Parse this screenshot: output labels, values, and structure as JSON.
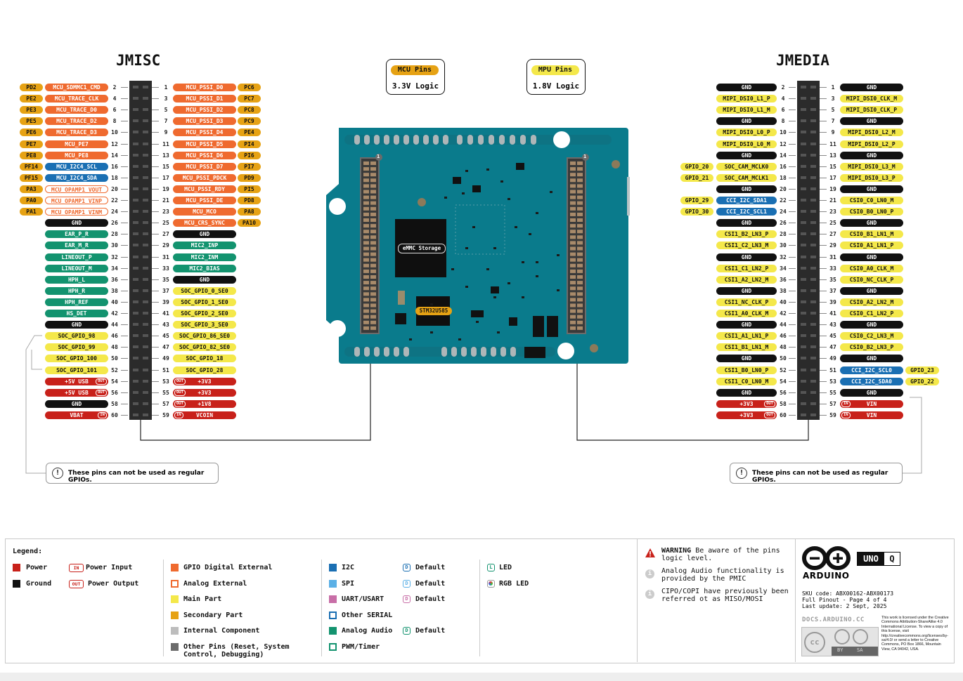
{
  "colors": {
    "power": "#c8211a",
    "ground": "#111111",
    "gpio_ext": "#ef6a2f",
    "main": "#f4e84a",
    "secondary": "#e6a214",
    "internal": "#bdbdbd",
    "other": "#6b6b6b",
    "i2c": "#1a6fb3",
    "spi": "#5bb0e6",
    "uart": "#c86ea7",
    "analog_audio": "#13936f",
    "board": "#0a7b8c",
    "header": "#2b2b2b"
  },
  "titles": {
    "left": "JMISC",
    "right": "JMEDIA"
  },
  "badges": {
    "mcu": {
      "tag": "MCU Pins",
      "text": "3.3V Logic"
    },
    "mpu": {
      "tag": "MPU Pins",
      "text": "1.8V Logic"
    }
  },
  "board": {
    "emmc": "eMMC Storage",
    "mcu_chip": "STM32U585",
    "pin1_left": "1",
    "pin1_right": "1"
  },
  "warnings": {
    "left": "These pins can not be used as regular GPIOs.",
    "right": "These pins can not be used as regular GPIOs."
  },
  "jmisc_left": [
    {
      "num": "2",
      "tags": [
        {
          "t": "MCU_SDMMC1_CMD",
          "c": "gpio"
        },
        {
          "t": "PD2",
          "c": "sec"
        }
      ]
    },
    {
      "num": "4",
      "tags": [
        {
          "t": "MCU_TRACE_CLK",
          "c": "gpio"
        },
        {
          "t": "PE2",
          "c": "sec"
        }
      ]
    },
    {
      "num": "6",
      "tags": [
        {
          "t": "MCU_TRACE_D0",
          "c": "gpio"
        },
        {
          "t": "PE3",
          "c": "sec"
        }
      ]
    },
    {
      "num": "8",
      "tags": [
        {
          "t": "MCU_TRACE_D2",
          "c": "gpio"
        },
        {
          "t": "PE5",
          "c": "sec"
        }
      ]
    },
    {
      "num": "10",
      "tags": [
        {
          "t": "MCU_TRACE_D3",
          "c": "gpio"
        },
        {
          "t": "PE6",
          "c": "sec"
        }
      ]
    },
    {
      "num": "12",
      "tags": [
        {
          "t": "MCU_PE7",
          "c": "gpio"
        },
        {
          "t": "PE7",
          "c": "sec"
        }
      ]
    },
    {
      "num": "14",
      "tags": [
        {
          "t": "MCU_PE8",
          "c": "gpio"
        },
        {
          "t": "PE8",
          "c": "sec"
        }
      ]
    },
    {
      "num": "16",
      "tags": [
        {
          "t": "MCU_I2C4_SCL",
          "c": "i2c"
        },
        {
          "t": "PF14",
          "c": "sec"
        }
      ]
    },
    {
      "num": "18",
      "tags": [
        {
          "t": "MCU_I2C4_SDA",
          "c": "i2c"
        },
        {
          "t": "PF15",
          "c": "sec"
        }
      ]
    },
    {
      "num": "20",
      "tags": [
        {
          "t": "MCU_OPAMP1_VOUT",
          "c": "analog"
        },
        {
          "t": "PA3",
          "c": "sec"
        }
      ]
    },
    {
      "num": "22",
      "tags": [
        {
          "t": "MCU_OPAMP1_VINP",
          "c": "analog"
        },
        {
          "t": "PA0",
          "c": "sec"
        }
      ]
    },
    {
      "num": "24",
      "tags": [
        {
          "t": "MCU_OPAMP1_VINM",
          "c": "analog"
        },
        {
          "t": "PA1",
          "c": "sec"
        }
      ]
    },
    {
      "num": "26",
      "tags": [
        {
          "t": "GND",
          "c": "gnd"
        }
      ]
    },
    {
      "num": "28",
      "tags": [
        {
          "t": "EAR_P_R",
          "c": "aa"
        }
      ]
    },
    {
      "num": "30",
      "tags": [
        {
          "t": "EAR_M_R",
          "c": "aa"
        }
      ]
    },
    {
      "num": "32",
      "tags": [
        {
          "t": "LINEOUT_P",
          "c": "aa"
        }
      ]
    },
    {
      "num": "34",
      "tags": [
        {
          "t": "LINEOUT_M",
          "c": "aa"
        }
      ]
    },
    {
      "num": "36",
      "tags": [
        {
          "t": "HPH_L",
          "c": "aa"
        }
      ]
    },
    {
      "num": "38",
      "tags": [
        {
          "t": "HPH_R",
          "c": "aa"
        }
      ]
    },
    {
      "num": "40",
      "tags": [
        {
          "t": "HPH_REF",
          "c": "aa"
        }
      ]
    },
    {
      "num": "42",
      "tags": [
        {
          "t": "HS_DET",
          "c": "aa"
        }
      ]
    },
    {
      "num": "44",
      "tags": [
        {
          "t": "GND",
          "c": "gnd"
        }
      ]
    },
    {
      "num": "46",
      "tags": [
        {
          "t": "SOC_GPIO_98",
          "c": "main"
        }
      ]
    },
    {
      "num": "48",
      "tags": [
        {
          "t": "SOC_GPIO_99",
          "c": "main"
        }
      ]
    },
    {
      "num": "50",
      "tags": [
        {
          "t": "SOC_GPIO_100",
          "c": "main"
        }
      ]
    },
    {
      "num": "52",
      "tags": [
        {
          "t": "SOC_GPIO_101",
          "c": "main"
        }
      ]
    },
    {
      "num": "54",
      "tags": [
        {
          "t": "+5V USB",
          "c": "pwr",
          "io": "OUT"
        }
      ]
    },
    {
      "num": "56",
      "tags": [
        {
          "t": "+5V USB",
          "c": "pwr",
          "io": "OUT"
        }
      ]
    },
    {
      "num": "58",
      "tags": [
        {
          "t": "GND",
          "c": "gnd"
        }
      ]
    },
    {
      "num": "60",
      "tags": [
        {
          "t": "VBAT",
          "c": "pwr",
          "io": "IN"
        }
      ]
    }
  ],
  "jmisc_right": [
    {
      "num": "1",
      "tags": [
        {
          "t": "MCU_PSSI_D0",
          "c": "gpio"
        },
        {
          "t": "PC6",
          "c": "sec"
        }
      ]
    },
    {
      "num": "3",
      "tags": [
        {
          "t": "MCU_PSSI_D1",
          "c": "gpio"
        },
        {
          "t": "PC7",
          "c": "sec"
        }
      ]
    },
    {
      "num": "5",
      "tags": [
        {
          "t": "MCU_PSSI_D2",
          "c": "gpio"
        },
        {
          "t": "PC8",
          "c": "sec"
        }
      ]
    },
    {
      "num": "7",
      "tags": [
        {
          "t": "MCU_PSSI_D3",
          "c": "gpio"
        },
        {
          "t": "PC9",
          "c": "sec"
        }
      ]
    },
    {
      "num": "9",
      "tags": [
        {
          "t": "MCU_PSSI_D4",
          "c": "gpio"
        },
        {
          "t": "PE4",
          "c": "sec"
        }
      ]
    },
    {
      "num": "11",
      "tags": [
        {
          "t": "MCU_PSSI_D5",
          "c": "gpio"
        },
        {
          "t": "PI4",
          "c": "sec"
        }
      ]
    },
    {
      "num": "13",
      "tags": [
        {
          "t": "MCU_PSSI_D6",
          "c": "gpio"
        },
        {
          "t": "PI6",
          "c": "sec"
        }
      ]
    },
    {
      "num": "15",
      "tags": [
        {
          "t": "MCU_PSSI_D7",
          "c": "gpio"
        },
        {
          "t": "PI7",
          "c": "sec"
        }
      ]
    },
    {
      "num": "17",
      "tags": [
        {
          "t": "MCU_PSSI_PDCK",
          "c": "gpio"
        },
        {
          "t": "PD9",
          "c": "sec"
        }
      ]
    },
    {
      "num": "19",
      "tags": [
        {
          "t": "MCU_PSSI_RDY",
          "c": "gpio"
        },
        {
          "t": "PI5",
          "c": "sec"
        }
      ]
    },
    {
      "num": "21",
      "tags": [
        {
          "t": "MCU_PSSI_DE",
          "c": "gpio"
        },
        {
          "t": "PD8",
          "c": "sec"
        }
      ]
    },
    {
      "num": "23",
      "tags": [
        {
          "t": "MCU_MCO",
          "c": "gpio"
        },
        {
          "t": "PA8",
          "c": "sec"
        }
      ]
    },
    {
      "num": "25",
      "tags": [
        {
          "t": "MCU_CRS_SYNC",
          "c": "gpio"
        },
        {
          "t": "PA10",
          "c": "sec"
        }
      ]
    },
    {
      "num": "27",
      "tags": [
        {
          "t": "GND",
          "c": "gnd"
        }
      ]
    },
    {
      "num": "29",
      "tags": [
        {
          "t": "MIC2_INP",
          "c": "aa"
        }
      ]
    },
    {
      "num": "31",
      "tags": [
        {
          "t": "MIC2_INM",
          "c": "aa"
        }
      ]
    },
    {
      "num": "33",
      "tags": [
        {
          "t": "MIC2_BIAS",
          "c": "aa"
        }
      ]
    },
    {
      "num": "35",
      "tags": [
        {
          "t": "GND",
          "c": "gnd"
        }
      ]
    },
    {
      "num": "37",
      "tags": [
        {
          "t": "SOC_GPIO_0_SE0",
          "c": "main"
        }
      ]
    },
    {
      "num": "39",
      "tags": [
        {
          "t": "SOC_GPIO_1_SE0",
          "c": "main"
        }
      ]
    },
    {
      "num": "41",
      "tags": [
        {
          "t": "SOC_GPIO_2_SE0",
          "c": "main"
        }
      ]
    },
    {
      "num": "43",
      "tags": [
        {
          "t": "SOC_GPIO_3_SE0",
          "c": "main"
        }
      ]
    },
    {
      "num": "45",
      "tags": [
        {
          "t": "SOC_GPIO_86_SE0",
          "c": "main"
        }
      ]
    },
    {
      "num": "47",
      "tags": [
        {
          "t": "SOC_GPIO_82_SE0",
          "c": "main"
        }
      ]
    },
    {
      "num": "49",
      "tags": [
        {
          "t": "SOC_GPIO_18",
          "c": "main"
        }
      ]
    },
    {
      "num": "51",
      "tags": [
        {
          "t": "SOC_GPIO_28",
          "c": "main"
        }
      ]
    },
    {
      "num": "53",
      "tags": [
        {
          "t": "+3V3",
          "c": "pwr",
          "io": "OUT"
        }
      ]
    },
    {
      "num": "55",
      "tags": [
        {
          "t": "+3V3",
          "c": "pwr",
          "io": "OUT"
        }
      ]
    },
    {
      "num": "57",
      "tags": [
        {
          "t": "+1V8",
          "c": "pwr",
          "io": "OUT"
        }
      ]
    },
    {
      "num": "59",
      "tags": [
        {
          "t": "VCOIN",
          "c": "pwr",
          "io": "IN"
        }
      ]
    }
  ],
  "jmedia_left": [
    {
      "num": "2",
      "tags": [
        {
          "t": "GND",
          "c": "gnd"
        }
      ]
    },
    {
      "num": "4",
      "tags": [
        {
          "t": "MIPI_DSI0_L1_P",
          "c": "main"
        }
      ]
    },
    {
      "num": "6",
      "tags": [
        {
          "t": "MIPI_DSI0_L1_M",
          "c": "main"
        }
      ]
    },
    {
      "num": "8",
      "tags": [
        {
          "t": "GND",
          "c": "gnd"
        }
      ]
    },
    {
      "num": "10",
      "tags": [
        {
          "t": "MIPI_DSI0_L0_P",
          "c": "main"
        }
      ]
    },
    {
      "num": "12",
      "tags": [
        {
          "t": "MIPI_DSI0_L0_M",
          "c": "main"
        }
      ]
    },
    {
      "num": "14",
      "tags": [
        {
          "t": "GND",
          "c": "gnd"
        }
      ]
    },
    {
      "num": "16",
      "tags": [
        {
          "t": "SOC_CAM_MCLK0",
          "c": "main"
        },
        {
          "t": "GPIO_20",
          "c": "main"
        }
      ]
    },
    {
      "num": "18",
      "tags": [
        {
          "t": "SOC_CAM_MCLK1",
          "c": "main"
        },
        {
          "t": "GPIO_21",
          "c": "main"
        }
      ]
    },
    {
      "num": "20",
      "tags": [
        {
          "t": "GND",
          "c": "gnd"
        }
      ]
    },
    {
      "num": "22",
      "tags": [
        {
          "t": "CCI_I2C_SDA1",
          "c": "i2c"
        },
        {
          "t": "GPIO_29",
          "c": "main"
        }
      ]
    },
    {
      "num": "24",
      "tags": [
        {
          "t": "CCI_I2C_SCL1",
          "c": "i2c"
        },
        {
          "t": "GPIO_30",
          "c": "main"
        }
      ]
    },
    {
      "num": "26",
      "tags": [
        {
          "t": "GND",
          "c": "gnd"
        }
      ]
    },
    {
      "num": "28",
      "tags": [
        {
          "t": "CSI1_B2_LN3_P",
          "c": "main"
        }
      ]
    },
    {
      "num": "30",
      "tags": [
        {
          "t": "CSI1_C2_LN3_M",
          "c": "main"
        }
      ]
    },
    {
      "num": "32",
      "tags": [
        {
          "t": "GND",
          "c": "gnd"
        }
      ]
    },
    {
      "num": "34",
      "tags": [
        {
          "t": "CSI1_C1_LN2_P",
          "c": "main"
        }
      ]
    },
    {
      "num": "36",
      "tags": [
        {
          "t": "CSI1_A2_LN2_M",
          "c": "main"
        }
      ]
    },
    {
      "num": "38",
      "tags": [
        {
          "t": "GND",
          "c": "gnd"
        }
      ]
    },
    {
      "num": "40",
      "tags": [
        {
          "t": "CSI1_NC_CLK_P",
          "c": "main"
        }
      ]
    },
    {
      "num": "42",
      "tags": [
        {
          "t": "CSI1_A0_CLK_M",
          "c": "main"
        }
      ]
    },
    {
      "num": "44",
      "tags": [
        {
          "t": "GND",
          "c": "gnd"
        }
      ]
    },
    {
      "num": "46",
      "tags": [
        {
          "t": "CSI1_A1_LN1_P",
          "c": "main"
        }
      ]
    },
    {
      "num": "48",
      "tags": [
        {
          "t": "CSI1_B1_LN1_M",
          "c": "main"
        }
      ]
    },
    {
      "num": "50",
      "tags": [
        {
          "t": "GND",
          "c": "gnd"
        }
      ]
    },
    {
      "num": "52",
      "tags": [
        {
          "t": "CSI1_B0_LN0_P",
          "c": "main"
        }
      ]
    },
    {
      "num": "54",
      "tags": [
        {
          "t": "CSI1_C0_LN0_M",
          "c": "main"
        }
      ]
    },
    {
      "num": "56",
      "tags": [
        {
          "t": "GND",
          "c": "gnd"
        }
      ]
    },
    {
      "num": "58",
      "tags": [
        {
          "t": "+3V3",
          "c": "pwr",
          "io": "OUT"
        }
      ]
    },
    {
      "num": "60",
      "tags": [
        {
          "t": "+3V3",
          "c": "pwr",
          "io": "OUT"
        }
      ]
    }
  ],
  "jmedia_right": [
    {
      "num": "1",
      "tags": [
        {
          "t": "GND",
          "c": "gnd"
        }
      ]
    },
    {
      "num": "3",
      "tags": [
        {
          "t": "MIPI_DSI0_CLK_M",
          "c": "main"
        }
      ]
    },
    {
      "num": "5",
      "tags": [
        {
          "t": "MIPI_DSI0_CLK_P",
          "c": "main"
        }
      ]
    },
    {
      "num": "7",
      "tags": [
        {
          "t": "GND",
          "c": "gnd"
        }
      ]
    },
    {
      "num": "9",
      "tags": [
        {
          "t": "MIPI_DSI0_L2_M",
          "c": "main"
        }
      ]
    },
    {
      "num": "11",
      "tags": [
        {
          "t": "MIPI_DSI0_L2_P",
          "c": "main"
        }
      ]
    },
    {
      "num": "13",
      "tags": [
        {
          "t": "GND",
          "c": "gnd"
        }
      ]
    },
    {
      "num": "15",
      "tags": [
        {
          "t": "MIPI_DSI0_L3_M",
          "c": "main"
        }
      ]
    },
    {
      "num": "17",
      "tags": [
        {
          "t": "MIPI_DSI0_L3_P",
          "c": "main"
        }
      ]
    },
    {
      "num": "19",
      "tags": [
        {
          "t": "GND",
          "c": "gnd"
        }
      ]
    },
    {
      "num": "21",
      "tags": [
        {
          "t": "CSI0_C0_LN0_M",
          "c": "main"
        }
      ]
    },
    {
      "num": "23",
      "tags": [
        {
          "t": "CSI0_B0_LN0_P",
          "c": "main"
        }
      ]
    },
    {
      "num": "25",
      "tags": [
        {
          "t": "GND",
          "c": "gnd"
        }
      ]
    },
    {
      "num": "27",
      "tags": [
        {
          "t": "CSI0_B1_LN1_M",
          "c": "main"
        }
      ]
    },
    {
      "num": "29",
      "tags": [
        {
          "t": "CSI0_A1_LN1_P",
          "c": "main"
        }
      ]
    },
    {
      "num": "31",
      "tags": [
        {
          "t": "GND",
          "c": "gnd"
        }
      ]
    },
    {
      "num": "33",
      "tags": [
        {
          "t": "CSI0_A0_CLK_M",
          "c": "main"
        }
      ]
    },
    {
      "num": "35",
      "tags": [
        {
          "t": "CSI0_NC_CLK_P",
          "c": "main"
        }
      ]
    },
    {
      "num": "37",
      "tags": [
        {
          "t": "GND",
          "c": "gnd"
        }
      ]
    },
    {
      "num": "39",
      "tags": [
        {
          "t": "CSI0_A2_LN2_M",
          "c": "main"
        }
      ]
    },
    {
      "num": "41",
      "tags": [
        {
          "t": "CSI0_C1_LN2_P",
          "c": "main"
        }
      ]
    },
    {
      "num": "43",
      "tags": [
        {
          "t": "GND",
          "c": "gnd"
        }
      ]
    },
    {
      "num": "45",
      "tags": [
        {
          "t": "CSI0_C2_LN3_M",
          "c": "main"
        }
      ]
    },
    {
      "num": "47",
      "tags": [
        {
          "t": "CSI0_B2_LN3_P",
          "c": "main"
        }
      ]
    },
    {
      "num": "49",
      "tags": [
        {
          "t": "GND",
          "c": "gnd"
        }
      ]
    },
    {
      "num": "51",
      "tags": [
        {
          "t": "CCI_I2C_SCL0",
          "c": "i2c"
        },
        {
          "t": "GPIO_23",
          "c": "main"
        }
      ]
    },
    {
      "num": "53",
      "tags": [
        {
          "t": "CCI_I2C_SDA0",
          "c": "i2c"
        },
        {
          "t": "GPIO_22",
          "c": "main"
        }
      ]
    },
    {
      "num": "55",
      "tags": [
        {
          "t": "GND",
          "c": "gnd"
        }
      ]
    },
    {
      "num": "57",
      "tags": [
        {
          "t": "VIN",
          "c": "pwr",
          "io": "IN"
        }
      ]
    },
    {
      "num": "59",
      "tags": [
        {
          "t": "VIN",
          "c": "pwr",
          "io": "IN"
        }
      ]
    }
  ],
  "legend": {
    "title": "Legend:",
    "power": "Power",
    "ground": "Ground",
    "power_input": "Power Input",
    "power_output": "Power Output",
    "io_in": "IN",
    "io_out": "OUT",
    "gpio_ext": "GPIO Digital External",
    "analog_ext": "Analog External",
    "main_part": "Main Part",
    "secondary_part": "Secondary Part",
    "internal": "Internal Component",
    "other_pins": "Other Pins (Reset, System Control, Debugging)",
    "i2c": "I2C",
    "spi": "SPI",
    "uart": "UART/USART",
    "other_serial": "Other SERIAL",
    "analog_audio": "Analog Audio",
    "pwm": "PWM/Timer",
    "default": "Default",
    "default_letter_d": "D",
    "led": "LED",
    "rgb_led": "RGB LED",
    "led_letter": "L"
  },
  "info": {
    "warning_bold": "WARNING",
    "warning_text": "Be aware of the pins logic level.",
    "note1": "Analog Audio functionality is provided by the PMIC",
    "note2": "CIPO/COPI have previously been referred ot as MISO/MOSI"
  },
  "brand": {
    "logo_text": "ARDUINO",
    "product": "UNO",
    "product_letter": "Q",
    "sku": "SKU code: ABX00162-ABX00173",
    "page": "Full Pinout - Page 4 of 4",
    "updated": "Last update: 2 Sept, 2025",
    "url": "DOCS.ARDUINO.CC",
    "license": "This work is licensed under the Creative Commons Attribution-ShareAlike 4.0 International License. To view a copy of this license, visit http://creativecommons.org/licenses/by-sa/4.0/ or send a letter to Creative Commons, PO Box 1866, Mountain View, CA 94042, USA.",
    "cc": "cc",
    "by": "BY",
    "sa": "SA"
  }
}
